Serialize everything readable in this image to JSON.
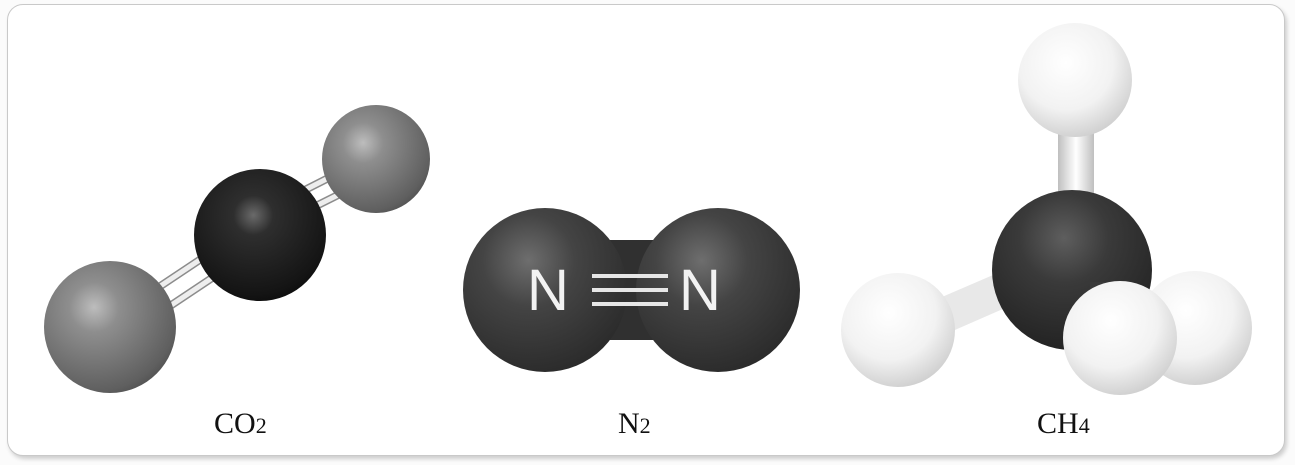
{
  "molecules": [
    {
      "id": "co2",
      "formula_main": "CO",
      "formula_sub": "2",
      "bond": "double"
    },
    {
      "id": "n2",
      "formula_main": "N",
      "formula_sub": "2",
      "bond": "triple",
      "atom_labels": [
        "N",
        "N"
      ]
    },
    {
      "id": "ch4",
      "formula_main": "CH",
      "formula_sub": "4",
      "bond": "single"
    }
  ],
  "colors": {
    "carbon": "#1a1a1a",
    "oxygen": "#7a7a7a",
    "nitrogen": "#3a3a3a",
    "hydrogen": "#f0f0f0",
    "bond": "#dcdcdc"
  }
}
